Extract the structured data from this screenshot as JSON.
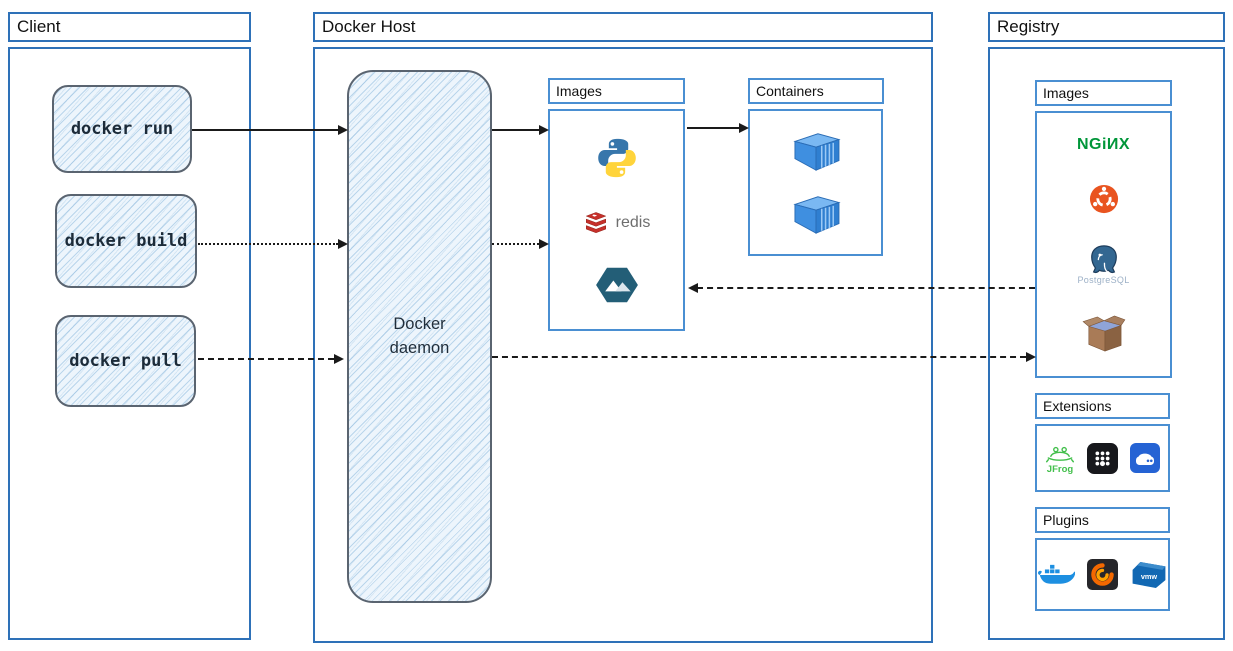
{
  "client": {
    "title": "Client",
    "commands": [
      "docker run",
      "docker build",
      "docker pull"
    ]
  },
  "docker_host": {
    "title": "Docker Host",
    "daemon_label": "Docker daemon",
    "images_panel": {
      "title": "Images",
      "items": [
        {
          "icon": "python-icon"
        },
        {
          "icon": "redis-icon",
          "label": "redis"
        },
        {
          "icon": "alpine-icon"
        }
      ]
    },
    "containers_panel": {
      "title": "Containers",
      "items": [
        {
          "icon": "container-icon"
        },
        {
          "icon": "container-icon"
        }
      ]
    }
  },
  "registry": {
    "title": "Registry",
    "images_panel": {
      "title": "Images",
      "items": [
        {
          "icon": "nginx-logo",
          "label": "NGiИX"
        },
        {
          "icon": "ubuntu-icon"
        },
        {
          "icon": "postgresql-icon",
          "label": "PostgreSQL"
        },
        {
          "icon": "package-box-icon"
        }
      ]
    },
    "extensions_panel": {
      "title": "Extensions",
      "items": [
        {
          "icon": "jfrog-icon",
          "label": "JFrog"
        },
        {
          "icon": "app-grid-icon"
        },
        {
          "icon": "virtual-drive-icon"
        }
      ]
    },
    "plugins_panel": {
      "title": "Plugins",
      "items": [
        {
          "icon": "docker-whale-icon"
        },
        {
          "icon": "grafana-icon"
        },
        {
          "icon": "vmware-icon",
          "label": "vmw"
        }
      ]
    }
  },
  "connections": [
    {
      "from": "docker run",
      "to": "Docker daemon",
      "style": "solid"
    },
    {
      "from": "docker build",
      "to": "Docker daemon",
      "style": "dotted"
    },
    {
      "from": "docker pull",
      "to": "Docker daemon",
      "style": "dashed"
    },
    {
      "from": "Docker daemon",
      "to": "Images (host)",
      "style": "solid"
    },
    {
      "from": "Docker daemon",
      "to": "Images (host)",
      "style": "dotted"
    },
    {
      "from": "Images (host)",
      "to": "Containers",
      "style": "solid"
    },
    {
      "from": "Registry Images",
      "to": "Images (host)",
      "style": "dashed"
    },
    {
      "from": "Docker daemon",
      "to": "Registry Images",
      "style": "dashed"
    }
  ],
  "colors": {
    "outer_border": "#2E71B8",
    "inner_border": "#4A8FD2",
    "hatch_fill": "#EDF5FC",
    "arrow": "#1A1A1A",
    "nginx_green": "#009639",
    "ubuntu_orange": "#E95420",
    "redis_red": "#C6302B",
    "python_blue": "#3776AB",
    "python_yellow": "#FFD43B",
    "alpine_teal": "#235E77",
    "jfrog_green": "#43BF4C",
    "docker_blue": "#1D8FE1",
    "grafana_orange": "#F46800",
    "vmware_blue": "#1268B3",
    "container_blue": "#3F8FE0",
    "postgres_blue": "#336791"
  }
}
